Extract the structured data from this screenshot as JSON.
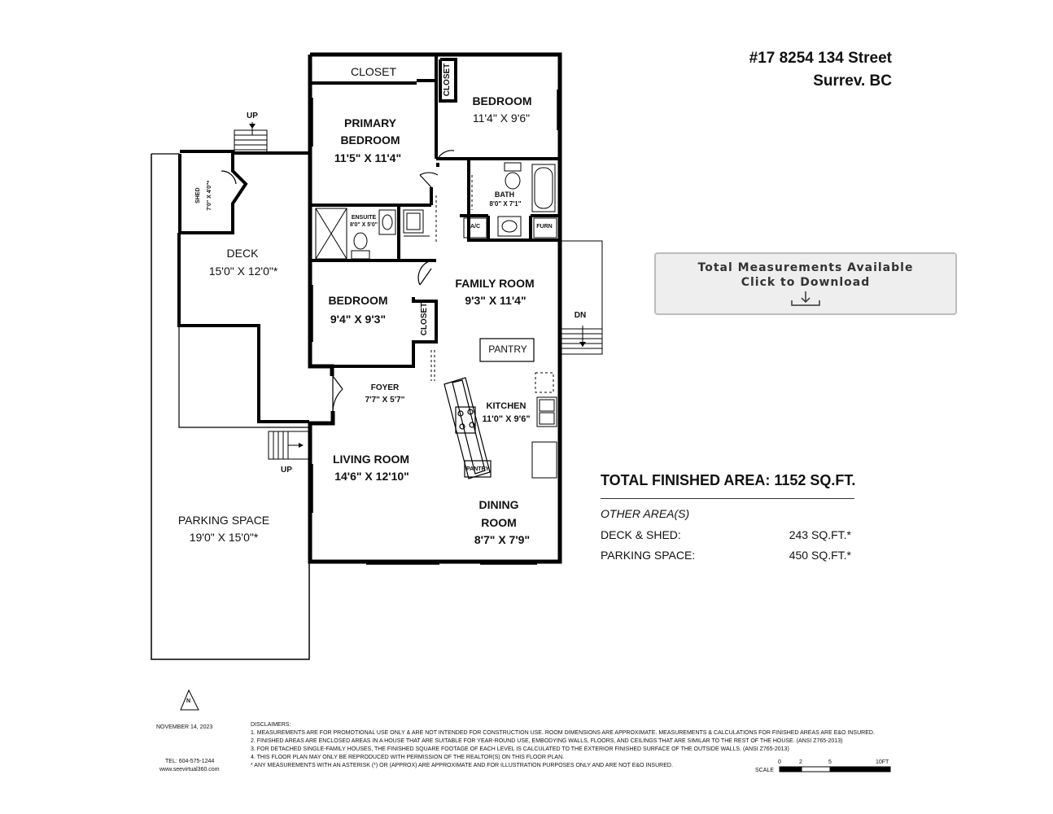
{
  "address": {
    "line1": "#17 8254 134 Street",
    "line2": "Surrev. BC"
  },
  "download": {
    "line1": "Total Measurements Available",
    "line2": "Click to Download",
    "icon": "download-icon"
  },
  "rooms": {
    "closet_top": "CLOSET",
    "closet_small": "CLOSET",
    "closet_bedroom2": "CLOSET",
    "primary_name1": "PRIMARY",
    "primary_name2": "BEDROOM",
    "primary_dim": "11'5\" X 11'4\"",
    "bedroom1_name": "BEDROOM",
    "bedroom1_dim": "11'4\" X 9'6\"",
    "bath_name": "BATH",
    "bath_dim": "8'0\" X 7'1\"",
    "ac": "A/C",
    "furn": "FURN",
    "ensuite_name": "ENSUITE",
    "ensuite_dim": "8'0\" X 5'0\"",
    "shed_name": "SHED",
    "shed_dim": "7'0\" X 4'0\"*",
    "deck_name": "DECK",
    "deck_dim": "15'0\" X 12'0\"*",
    "bedroom2_name": "BEDROOM",
    "bedroom2_dim": "9'4\" X 9'3\"",
    "family_name": "FAMILY ROOM",
    "family_dim": "9'3\" X 11'4\"",
    "pantry": "PANTRY",
    "pantry_small": "PANTRY",
    "foyer_name": "FOYER",
    "foyer_dim": "7'7\" X 5'7\"",
    "kitchen_name": "KITCHEN",
    "kitchen_dim": "11'0\" X 9'6\"",
    "living_name": "LIVING ROOM",
    "living_dim": "14'6\" X 12'10\"",
    "dining_name1": "DINING",
    "dining_name2": "ROOM",
    "dining_dim": "8'7\" X 7'9\"",
    "parking_name": "PARKING SPACE",
    "parking_dim": "19'0\" X 15'0\"*",
    "up1": "UP",
    "up2": "UP",
    "dn": "DN"
  },
  "areas": {
    "total": "TOTAL FINISHED AREA:  1152 SQ.FT.",
    "other_heading": "OTHER AREA(S)",
    "rows": [
      {
        "label": "DECK & SHED:",
        "value": "243 SQ.FT.*"
      },
      {
        "label": "PARKING SPACE:",
        "value": "450 SQ.FT.*"
      }
    ]
  },
  "footer": {
    "north": "N",
    "date": "NOVEMBER 14, 2023",
    "tel": "TEL: 604-575-1244",
    "web": "www.seevirtual360.com",
    "disclaimers_title": "DISCLAIMERS:",
    "disclaimers": [
      "1. MEASUREMENTS ARE FOR PROMOTIONAL USE ONLY & ARE NOT INTENDED FOR CONSTRUCTION USE. ROOM DIMENSIONS ARE APPROXIMATE. MEASUREMENTS & CALCULATIONS FOR FINISHED AREAS ARE E&O INSURED.",
      "2. FINISHED AREAS ARE ENCLOSED AREAS IN A HOUSE THAT ARE SUITABLE FOR YEAR-ROUND USE, EMBODYING WALLS, FLOORS, AND CEILINGS THAT ARE SIMILAR TO THE REST OF THE HOUSE. (ANSI Z765-2013)",
      "3. FOR DETACHED SINGLE-FAMILY HOUSES, THE FINISHED SQUARE FOOTAGE OF EACH LEVEL IS CALCULATED TO THE EXTERIOR FINISHED SURFACE OF THE OUTSIDE WALLS. (ANSI Z765-2013)",
      "4. THIS FLOOR PLAN MAY ONLY BE REPRODUCED WITH PERMISSION OF THE REALTOR(S) ON THIS FLOOR PLAN.",
      "* ANY MEASUREMENTS WITH AN ASTERISK (*) OR (APPROX) ARE APPROXIMATE AND FOR ILLUSTRATION PURPOSES ONLY AND ARE NOT E&O INSURED."
    ],
    "scale_label": "SCALE",
    "scale_ticks": [
      "0",
      "2",
      "5",
      "10FT"
    ]
  }
}
